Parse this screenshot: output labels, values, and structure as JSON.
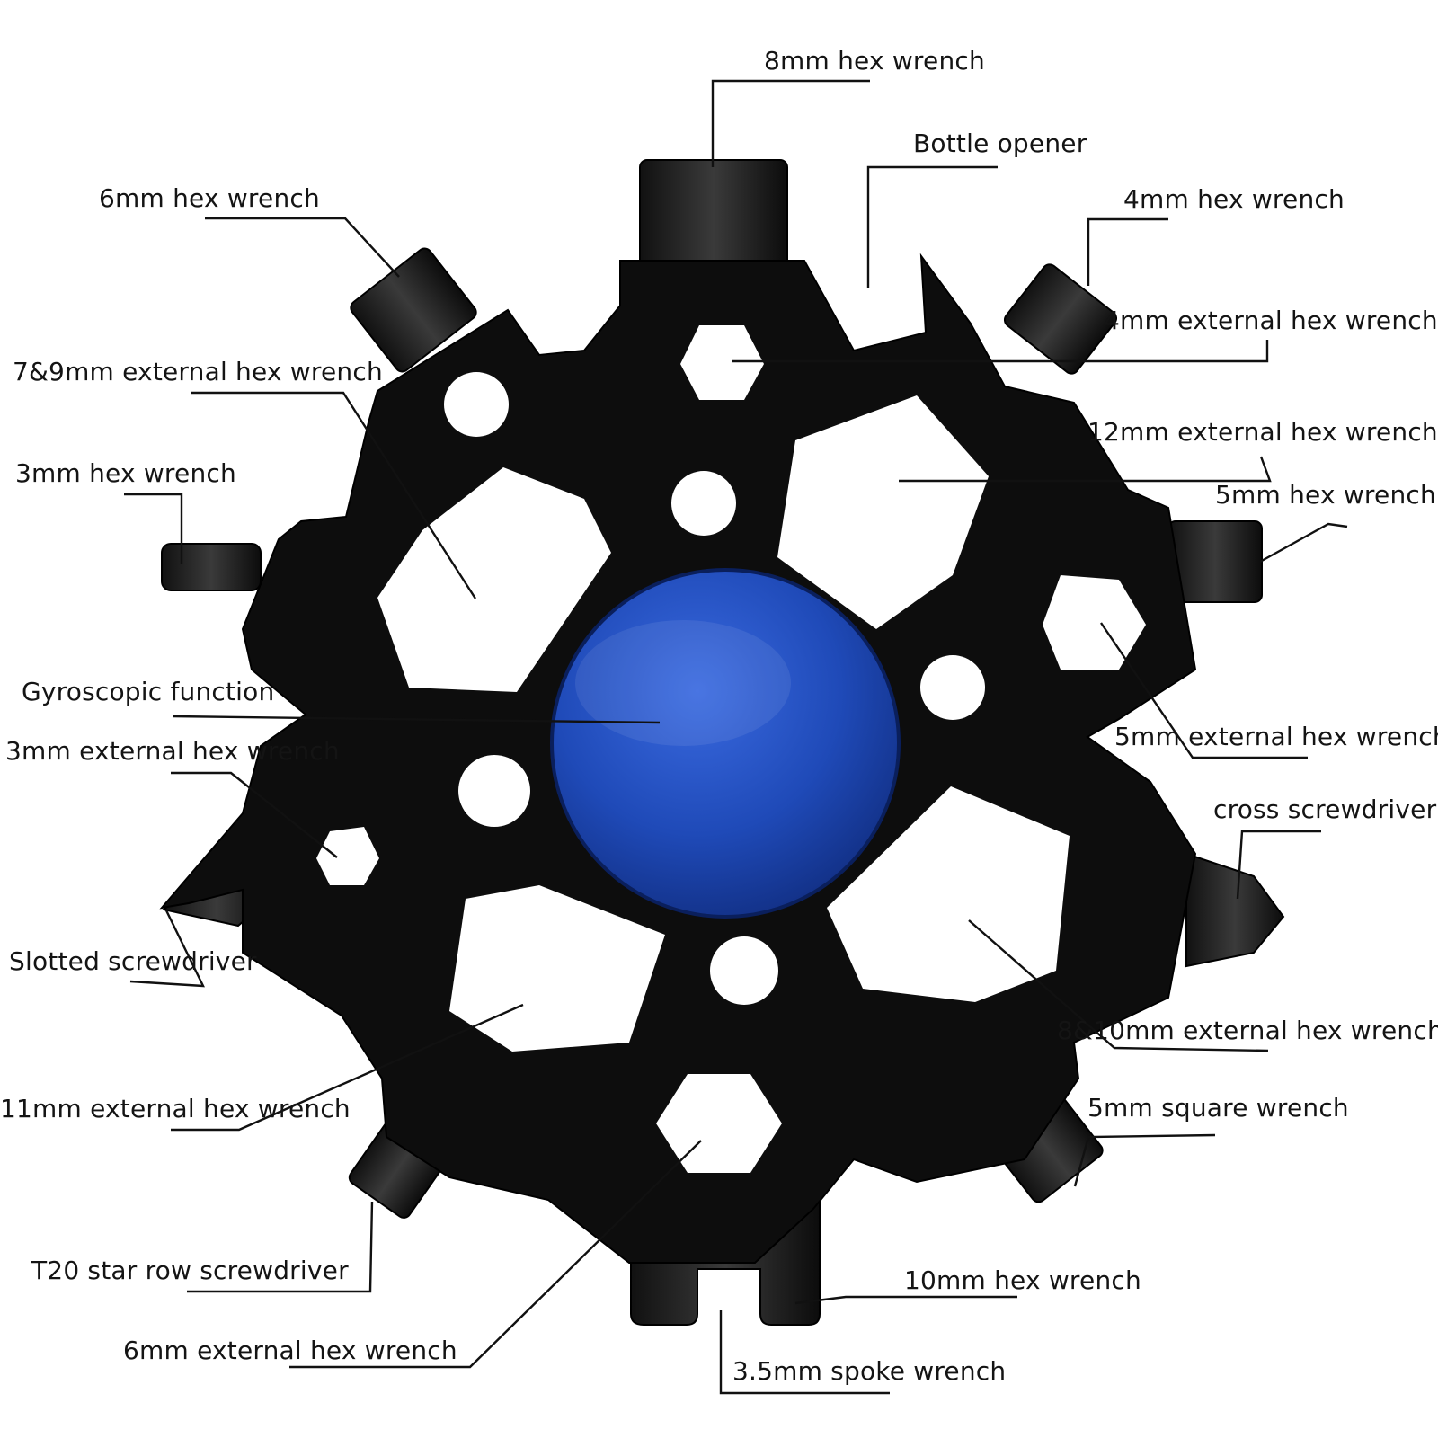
{
  "colors": {
    "background": "#ffffff",
    "tool_body": "#0d0d0d",
    "tool_highlight": "#2a2a2a",
    "hub": "#1f4ab8",
    "hub_dark": "#0f2a7a",
    "text": "#141414",
    "leader": "#111111"
  },
  "labels": {
    "hex8": "8mm hex wrench",
    "bottle": "Bottle opener",
    "hex6": "6mm hex wrench",
    "hex4": "4mm hex wrench",
    "ext4": "4mm external hex wrench",
    "ext79": "7&9mm external hex wrench",
    "ext12": "12mm external hex wrench",
    "hex3": "3mm hex wrench",
    "hex5": "5mm hex wrench",
    "gyro": "Gyroscopic function",
    "ext5": "5mm external hex wrench",
    "ext3": "3mm external hex wrench",
    "cross": "cross screwdriver",
    "slotted": "Slotted screwdriver",
    "ext810": "8&10mm external hex wrench",
    "ext11": "11mm external hex wrench",
    "sq5": "5mm square wrench",
    "t20": "T20 star row screwdriver",
    "hex10": "10mm hex wrench",
    "ext6": "6mm external hex wrench",
    "spoke": "3.5mm spoke wrench"
  }
}
